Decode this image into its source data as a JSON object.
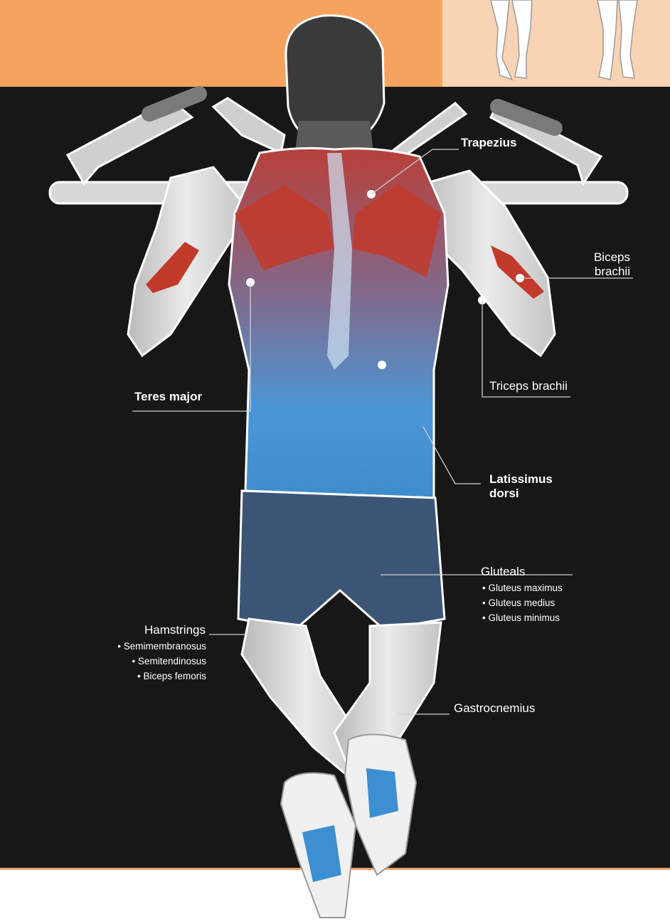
{
  "colors": {
    "orange_band": "#f6a35f",
    "peach_panel": "#f8d3b4",
    "background": "#171717",
    "bottom_border": "#e8a06a",
    "highlight_red": "#c23a2a",
    "highlight_blue": "#3c8fd0",
    "shorts": "#3c5577",
    "skin_grey": "#d9d9d9",
    "leader_line": "#cfcfcf"
  },
  "labels": {
    "trapezius": "Trapezius",
    "biceps_line1": "Biceps",
    "biceps_line2": "brachii",
    "triceps": "Triceps brachii",
    "teres_major": "Teres major",
    "latissimus_line1": "Latissimus",
    "latissimus_line2": "dorsi",
    "gluteals": "Gluteals",
    "gluteals_items": [
      "• Gluteus maximus",
      "• Gluteus medius",
      "• Gluteus minimus"
    ],
    "hamstrings": "Hamstrings",
    "hamstrings_items": [
      "• Semimembranosus",
      "• Semitendinosus",
      "• Biceps femoris"
    ],
    "gastrocnemius": "Gastrocnemius"
  }
}
